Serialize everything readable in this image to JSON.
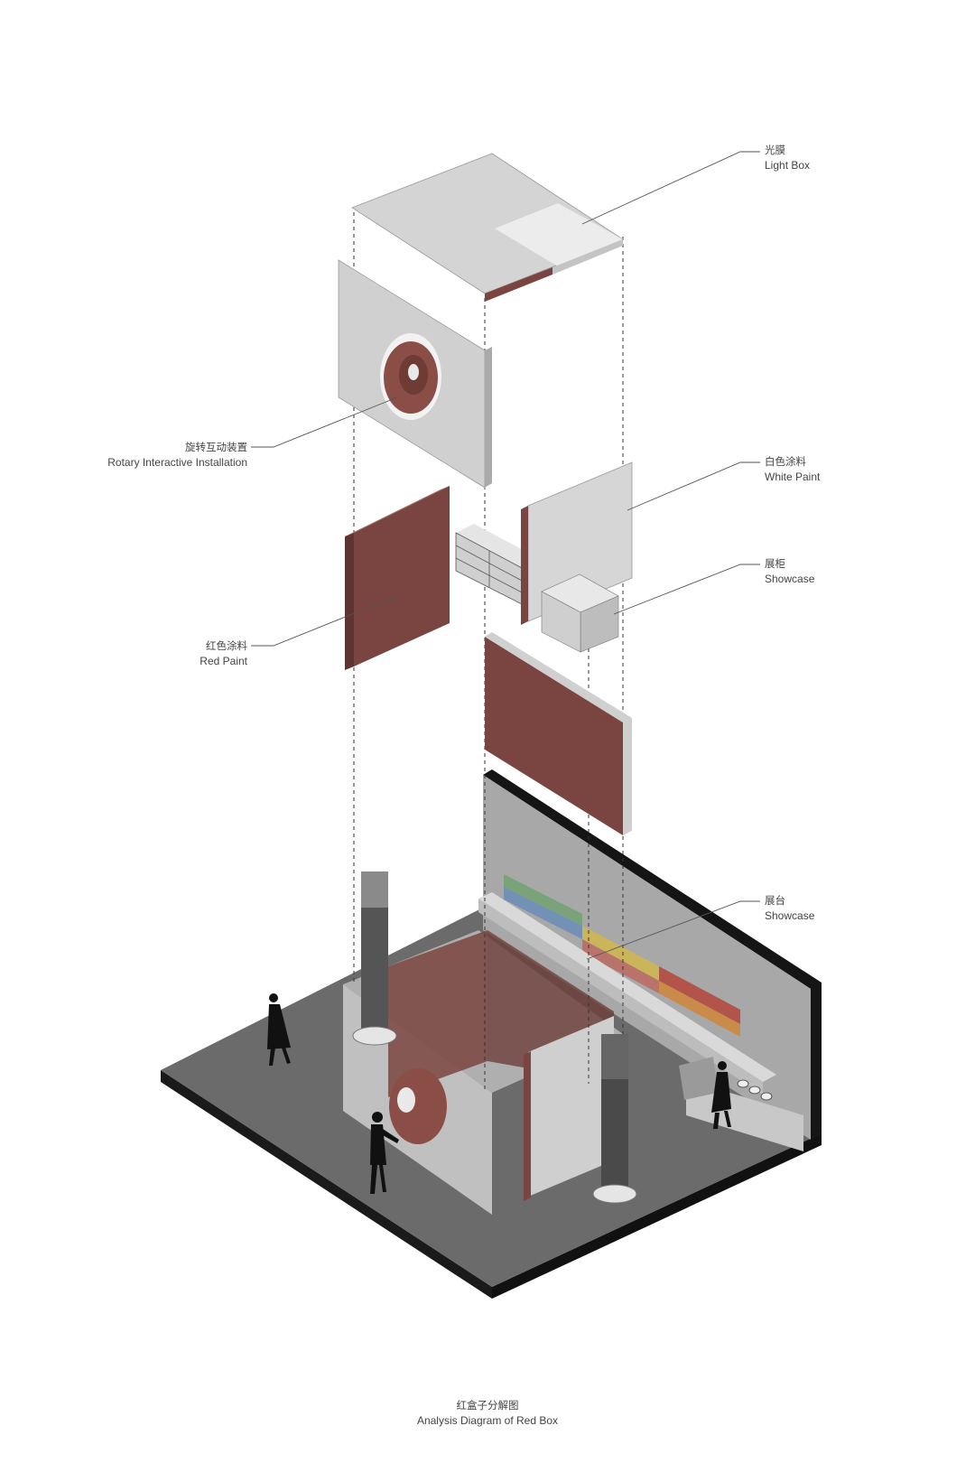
{
  "labels": {
    "light_box": {
      "zh": "光膜",
      "en": "Light Box"
    },
    "rotary": {
      "zh": "旋转互动装置",
      "en": "Rotary Interactive Installation"
    },
    "white_paint": {
      "zh": "白色涂料",
      "en": "White Paint"
    },
    "showcase_cabinet": {
      "zh": "展柜",
      "en": "Showcase"
    },
    "red_paint": {
      "zh": "红色涂料",
      "en": "Red Paint"
    },
    "showcase_platform": {
      "zh": "展台",
      "en": "Showcase"
    }
  },
  "caption": {
    "zh": "红盒子分解图",
    "en": "Analysis Diagram of Red Box"
  },
  "colors": {
    "red": "#7a4540",
    "red_dark": "#5e3430",
    "light_gray": "#d9d9d9",
    "mid_gray": "#bdbdbd",
    "floor": "#6b6b6b",
    "floor_edge": "#1a1a1a",
    "wall": "#a8a8a8",
    "ink": "#444444"
  }
}
